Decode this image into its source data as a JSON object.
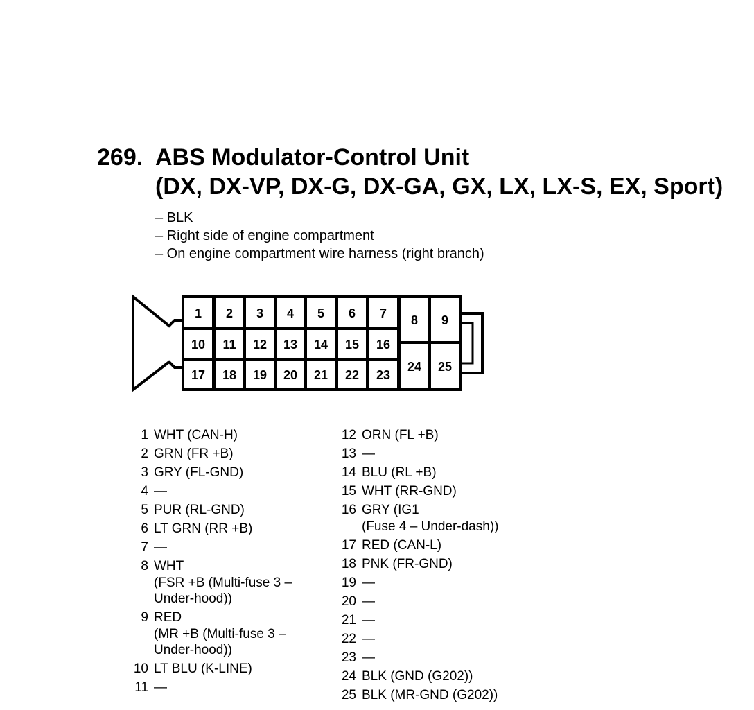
{
  "header": {
    "number": "269.",
    "title": "ABS Modulator-Control Unit",
    "subtitle": "(DX, DX-VP, DX-G, DX-GA, GX, LX, LX-S, EX, Sport)"
  },
  "info": [
    "– BLK",
    "– Right side of engine compartment",
    "– On engine compartment wire harness (right branch)"
  ],
  "connector": {
    "row1": [
      "1",
      "2",
      "3",
      "4",
      "5",
      "6",
      "7"
    ],
    "row2": [
      "10",
      "11",
      "12",
      "13",
      "14",
      "15",
      "16"
    ],
    "row3": [
      "17",
      "18",
      "19",
      "20",
      "21",
      "22",
      "23"
    ],
    "big": [
      "8",
      "9",
      "24",
      "25"
    ]
  },
  "pins_left": [
    {
      "n": "1",
      "d": "WHT (CAN-H)"
    },
    {
      "n": "2",
      "d": "GRN (FR +B)"
    },
    {
      "n": "3",
      "d": "GRY (FL-GND)"
    },
    {
      "n": "4",
      "d": "—"
    },
    {
      "n": "5",
      "d": "PUR (RL-GND)"
    },
    {
      "n": "6",
      "d": "LT GRN (RR +B)"
    },
    {
      "n": "7",
      "d": "—"
    },
    {
      "n": "8",
      "d": "WHT\n(FSR +B (Multi-fuse 3 –\nUnder-hood))"
    },
    {
      "n": "9",
      "d": "RED\n(MR +B (Multi-fuse 3 –\nUnder-hood))"
    },
    {
      "n": "10",
      "d": "LT BLU (K-LINE)"
    },
    {
      "n": "11",
      "d": "—"
    }
  ],
  "pins_right": [
    {
      "n": "12",
      "d": "ORN (FL +B)"
    },
    {
      "n": "13",
      "d": "—"
    },
    {
      "n": "14",
      "d": "BLU (RL +B)"
    },
    {
      "n": "15",
      "d": "WHT (RR-GND)"
    },
    {
      "n": "16",
      "d": "GRY (IG1\n(Fuse 4 – Under-dash))"
    },
    {
      "n": "17",
      "d": "RED (CAN-L)"
    },
    {
      "n": "18",
      "d": "PNK (FR-GND)"
    },
    {
      "n": "19",
      "d": "—"
    },
    {
      "n": "20",
      "d": "—"
    },
    {
      "n": "21",
      "d": "—"
    },
    {
      "n": "22",
      "d": "—"
    },
    {
      "n": "23",
      "d": "—"
    },
    {
      "n": "24",
      "d": "BLK (GND (G202))"
    },
    {
      "n": "25",
      "d": "BLK (MR-GND (G202))"
    }
  ]
}
